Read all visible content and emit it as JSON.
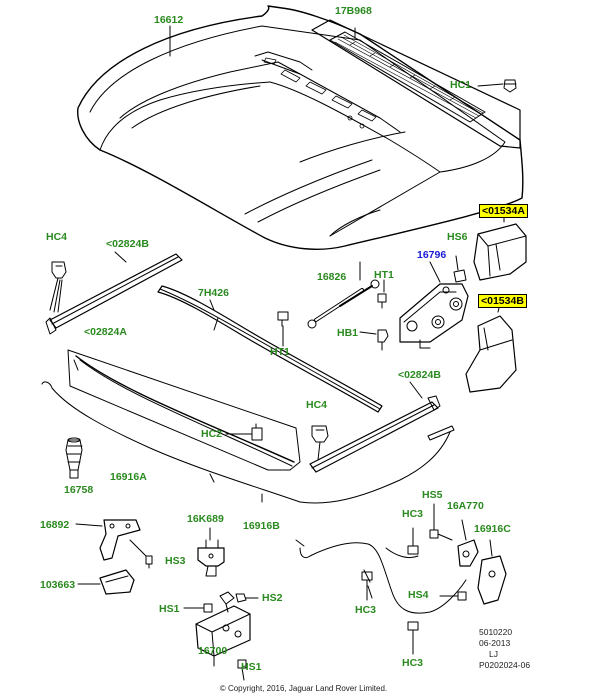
{
  "callouts": {
    "c16612": "16612",
    "c17B968": "17B968",
    "hc1_top": "HC1",
    "c01534A": "<01534A",
    "c01534B": "<01534B",
    "hc4_left": "HC4",
    "c02824B_left": "<02824B",
    "c7H426": "7H426",
    "c16826": "16826",
    "ht1_top": "HT1",
    "c16796": "16796",
    "hs6": "HS6",
    "hb1": "HB1",
    "ht1_bottom": "HT1",
    "c02824A": "<02824A",
    "c02824B_right": "<02824B",
    "hc4_right": "HC4",
    "hc2": "HC2",
    "c16758": "16758",
    "c16916A": "16916A",
    "c16916B": "16916B",
    "c16892": "16892",
    "c16K689": "16K689",
    "hs3": "HS3",
    "c103663": "103663",
    "hs1_a": "HS1",
    "hs2": "HS2",
    "c16700": "16700",
    "hs1_b": "HS1",
    "hs5": "HS5",
    "hc3_a": "HC3",
    "c16A770": "16A770",
    "c16916C": "16916C",
    "hs4": "HS4",
    "hc3_b": "HC3",
    "hc3_c": "HC3"
  },
  "stamp": {
    "line1": "5010220",
    "line2": "06-2013",
    "line3": "LJ",
    "line4": "P0202024-06"
  },
  "copyright": "© Copyright, 2016, Jaguar Land Rover Limited.",
  "colors": {
    "callout_green": "#2a8a1f",
    "callout_blue": "#1a1ad6",
    "highlight": "#ffff00"
  }
}
